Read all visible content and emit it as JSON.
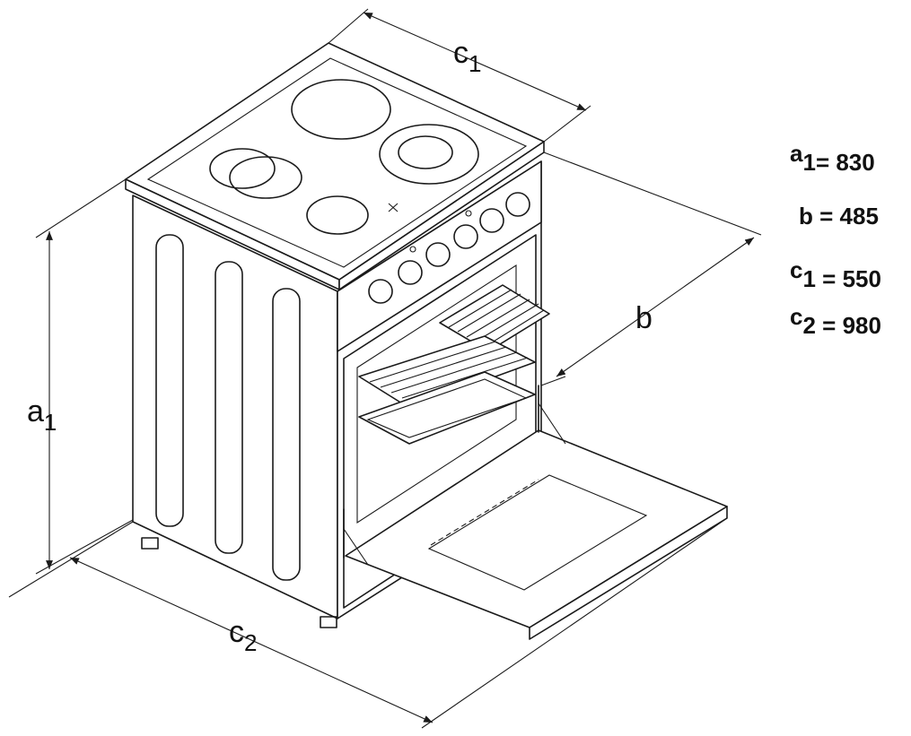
{
  "labels": {
    "a": "a",
    "a_sub": "1",
    "b": "b",
    "c": "c",
    "c1_sub": "1",
    "c2_sub": "2"
  },
  "specs": [
    {
      "letter": "a",
      "sub": "1",
      "text": "= 830"
    },
    {
      "letter": "b",
      "sub": "",
      "text": " = 485"
    },
    {
      "letter": "c",
      "sub": "1",
      "text": " = 550"
    },
    {
      "letter": "c",
      "sub": "2",
      "text": " = 980"
    }
  ]
}
